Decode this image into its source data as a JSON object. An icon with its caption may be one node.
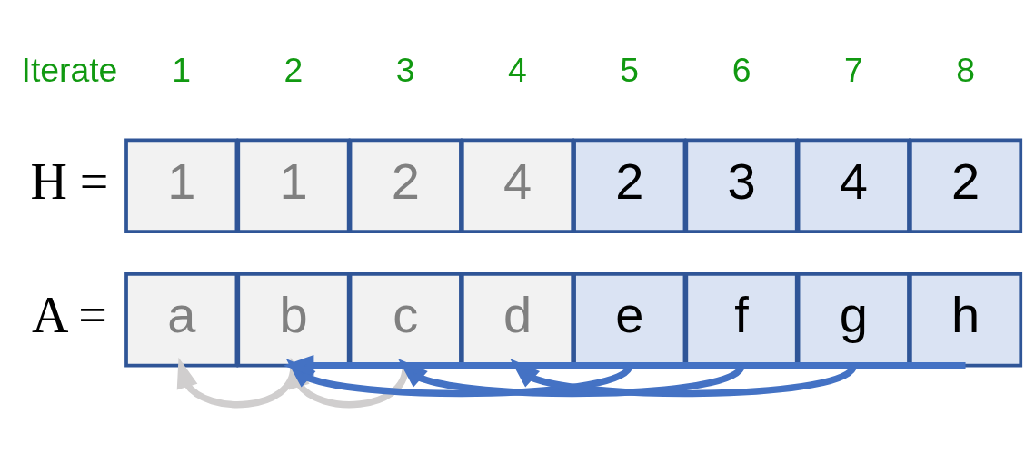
{
  "diagram": {
    "nodes": [
      {
        "text": [
          "1"
        ]
      },
      {
        "text": [
          "1"
        ]
      },
      {
        "text": [
          "2"
        ]
      },
      {
        "text": [
          "4"
        ]
      },
      {
        "text": [
          "2"
        ]
      },
      {
        "text": [
          "3"
        ]
      },
      {
        "text": [
          "4"
        ]
      },
      {
        "text": [
          "2"
        ]
      },
      {
        "text": [
          "a"
        ]
      },
      {
        "text": [
          "b"
        ]
      },
      {
        "text": [
          "c"
        ]
      },
      {
        "text": [
          "d"
        ]
      },
      {
        "text": [
          "e"
        ]
      },
      {
        "text": [
          "f"
        ]
      },
      {
        "text": [
          "g"
        ]
      },
      {
        "text": [
          "h"
        ]
      }
    ],
    "edges": [
      {
        "from": 9,
        "to": 8,
        "arrow": "to",
        "color": "#d0cece"
      },
      {
        "from": 10,
        "to": 9,
        "arrow": "to",
        "color": "#d0cece"
      },
      {
        "from": 12,
        "to": 9,
        "arrow": "to"
      },
      {
        "from": 13,
        "to": 10,
        "arrow": "to"
      },
      {
        "from": 14,
        "to": 11,
        "arrow": "to"
      },
      {
        "from": 15,
        "to": 9,
        "arrow": "to"
      }
    ],
    "labels": [
      "Iterate",
      "1",
      "2",
      "3",
      "4",
      "5",
      "6",
      "7",
      "8",
      "H =",
      "A ="
    ]
  }
}
